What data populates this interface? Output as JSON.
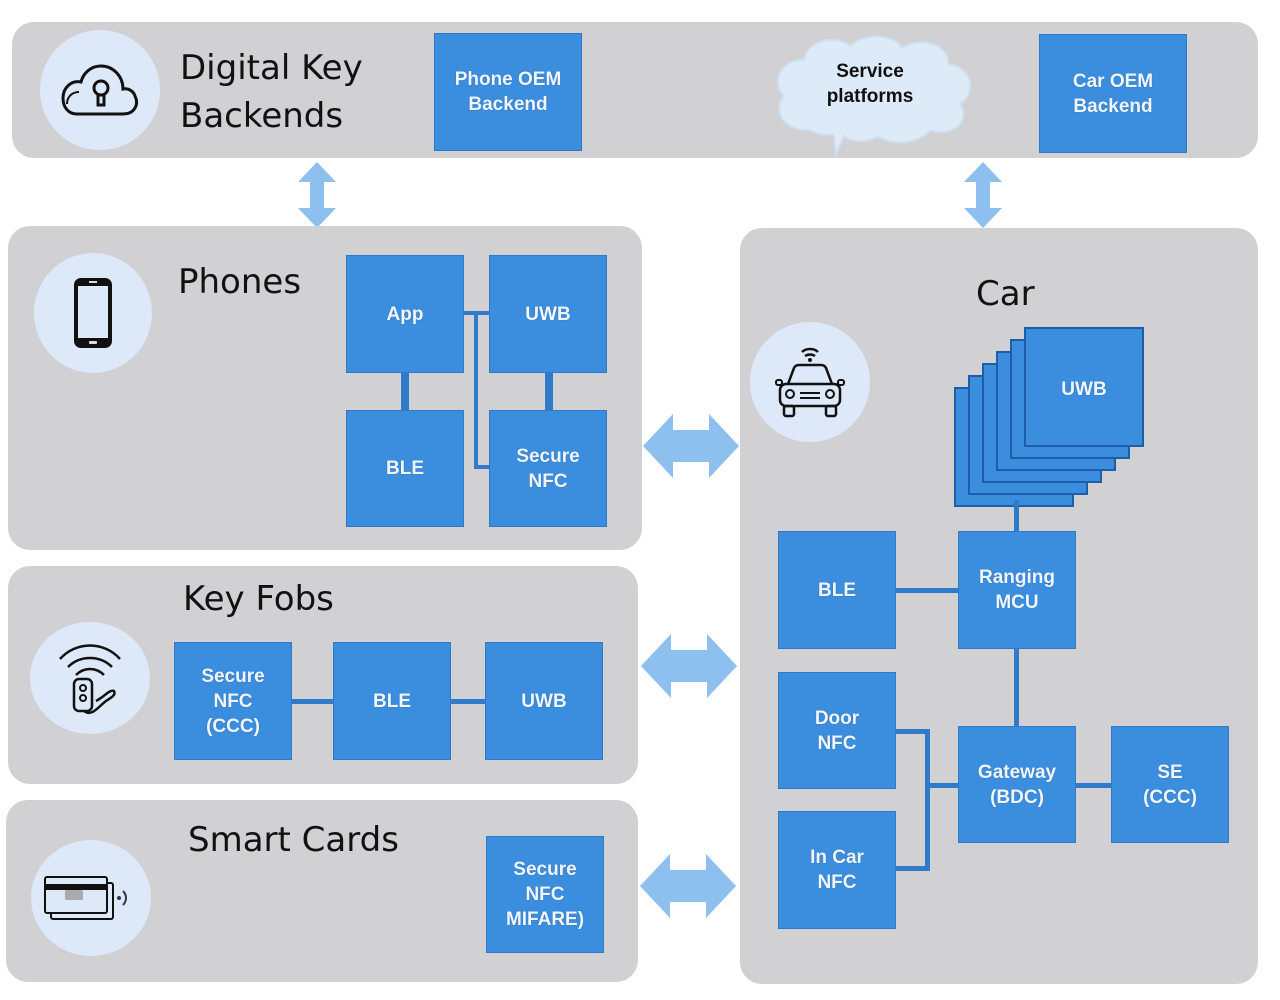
{
  "backends": {
    "title": "Digital Key\nBackends",
    "icon": "cloud-lock-icon",
    "phone_oem": "Phone OEM\nBackend",
    "service_platforms": "Service\nplatforms",
    "car_oem": "Car OEM\nBackend"
  },
  "phones": {
    "title": "Phones",
    "icon": "smartphone-icon",
    "blocks": [
      "App",
      "UWB",
      "BLE",
      "Secure\nNFC"
    ]
  },
  "key_fobs": {
    "title": "Key Fobs",
    "icon": "key-fob-icon",
    "blocks": [
      "Secure\nNFC\n(CCC)",
      "BLE",
      "UWB"
    ]
  },
  "smart_cards": {
    "title": "Smart Cards",
    "icon": "smart-card-icon",
    "blocks": [
      "Secure\nNFC\nMIFARE)"
    ]
  },
  "car": {
    "title": "Car",
    "icon": "connected-car-icon",
    "uwb": "UWB",
    "uwb_stack_count": 6,
    "ble": "BLE",
    "ranging_mcu": "Ranging\nMCU",
    "door_nfc": "Door\nNFC",
    "in_car_nfc": "In Car\nNFC",
    "gateway": "Gateway\n(BDC)",
    "se": "SE\n(CCC)"
  },
  "colors": {
    "block": "#3b8ddd",
    "panel": "#d1d1d3",
    "arrow": "#8ec0ef",
    "icon_circle": "#dde9f8"
  }
}
